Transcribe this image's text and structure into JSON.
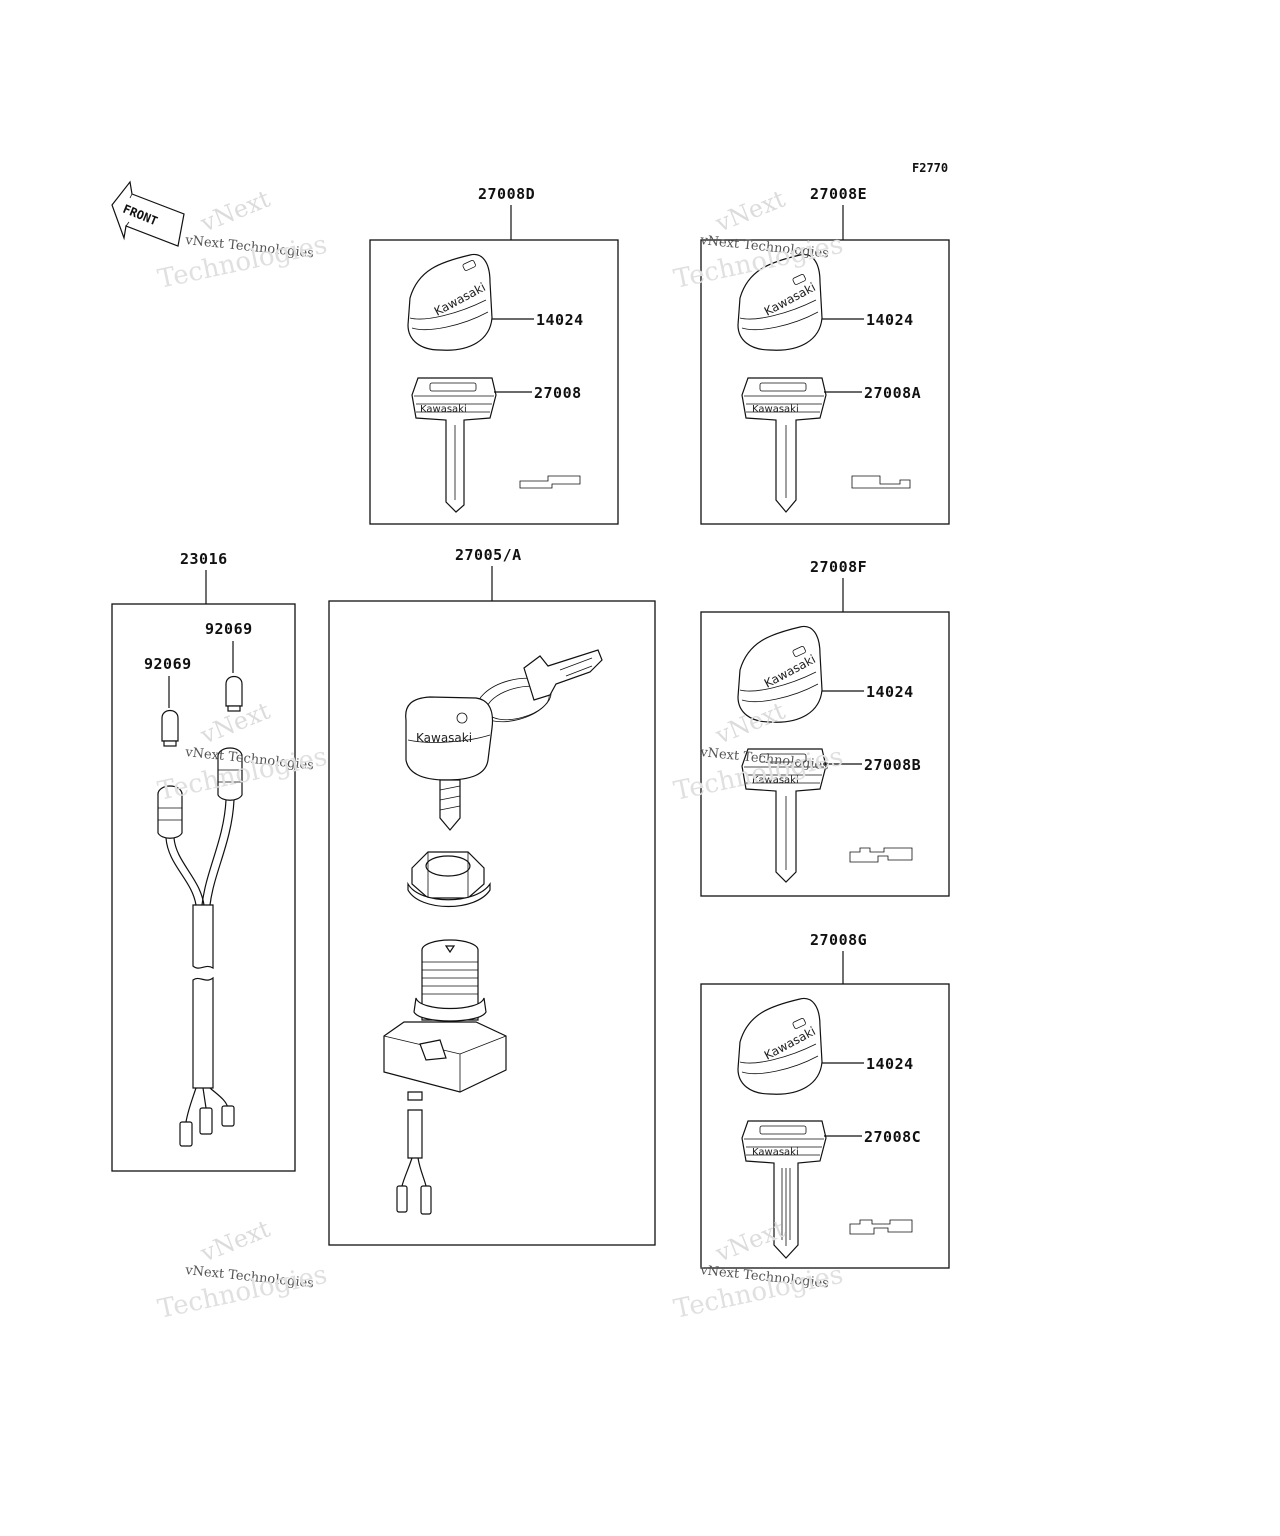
{
  "figure_code": "F2770",
  "front_label": "FRONT",
  "watermark": {
    "line1": "vNext",
    "line2": "vNext Technologies",
    "line3": "Technologies"
  },
  "brand_text": "Kawasaki",
  "groups": {
    "set_d": {
      "number": "27008D",
      "knob": "14024",
      "key": "27008"
    },
    "set_e": {
      "number": "27008E",
      "knob": "14024",
      "key": "27008A"
    },
    "set_f": {
      "number": "27008F",
      "knob": "14024",
      "key": "27008B"
    },
    "set_g": {
      "number": "27008G",
      "knob": "14024",
      "key": "27008C"
    },
    "harness": {
      "number": "23016",
      "bulb_upper": "92069",
      "bulb_lower": "92069"
    },
    "ignition": {
      "number": "27005/A"
    }
  }
}
